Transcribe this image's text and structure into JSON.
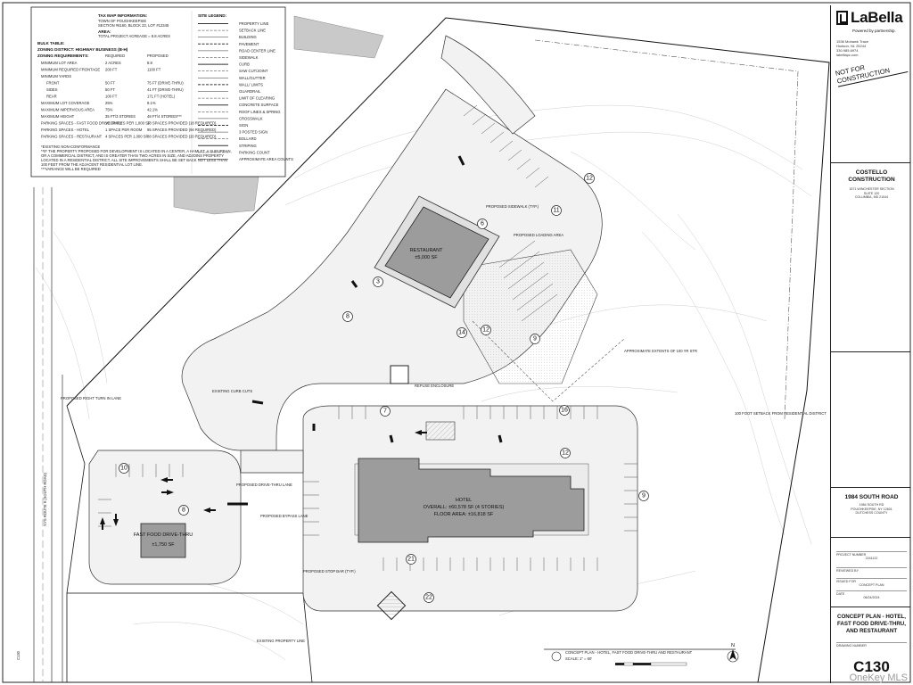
{
  "firm": {
    "name": "LaBella",
    "tagline": "Powered by partnership.",
    "address": [
      "1536 Mohawk Trace",
      "Hudson, NL 25244",
      "330.985.6974",
      "labellapc.com"
    ]
  },
  "stamp": "NOT FOR CONSTRUCTION",
  "client": {
    "name": "COSTELLO CONSTRUCTION",
    "address": [
      "1571 WINCHESTER SECTION",
      "SUITE 120",
      "COLUMBIA, MD 21044"
    ]
  },
  "project": {
    "name": "1984 SOUTH ROAD",
    "address": [
      "1984 SOUTH RD",
      "POUGHKEEPSIE, NY 12601",
      "DUTCHESS COUNTY"
    ]
  },
  "sheet_info": {
    "project_number_label": "PROJECT NUMBER",
    "project_number": "2241122",
    "reviewed_by_label": "REVIEWED BY",
    "issued_for_label": "ISSUED FOR",
    "issued_for": "CONCEPT PLAN",
    "date_label": "DATE",
    "date": "06/24/2024",
    "drawing_name": "CONCEPT PLAN - HOTEL, FAST FOOD DRIVE-THRU, AND RESTAURANT",
    "drawing_number_label": "DRAWING NUMBER",
    "drawing_number": "C130"
  },
  "tax_map": {
    "title": "TAX MAP INFORMATION:",
    "lines": [
      "TOWN OF POUGHKEEPSIE",
      "SECTION #6160, BLOCK 23, LOT #12345"
    ],
    "area_title": "AREA:",
    "area": "TOTAL PROJECT ACREAGE = 8.8 ACRES"
  },
  "bulk_table": {
    "title": "BULK TABLE:",
    "district": "ZONING DISTRICT: HIGHWAY BUSINESS (B-H)",
    "requirements_title": "ZONING REQUIREMENTS:",
    "col_required": "REQUIRED",
    "col_proposed": "PROPOSED",
    "rows": [
      [
        "MINIMUM LOT AREA",
        "2 ACRES",
        "8.8"
      ],
      [
        "MINIMUM REQUIRED FRONTAGE",
        "200 FT",
        "1100 FT"
      ],
      [
        "MINIMUM YARDS",
        "",
        ""
      ],
      [
        "FRONT",
        "50 FT",
        "75 FT (DRIVE-THRU)"
      ],
      [
        "SIDES",
        "50 FT",
        "41 FT (DRIVE-THRU)"
      ],
      [
        "REAR",
        "100 FT",
        "171 FT (HOTEL)"
      ],
      [
        "MAXIMUM LOT COVERAGE",
        "25%",
        "9.1%"
      ],
      [
        "MAXIMUM IMPERVIOUS AREA",
        "75%",
        "42.1%"
      ],
      [
        "MAXIMUM HEIGHT",
        "35 FT/3 STORIES",
        "48 FT/4 STORIES***"
      ],
      [
        "PARKING SPACES - FAST FOOD DRIVE-THRU",
        "10 SPACES PER 1,000 SF",
        "18 SPACES PROVIDED (18 REQUIRED)"
      ],
      [
        "PARKING SPACES - HOTEL",
        "1 SPACE PER ROOM",
        "95 SPACES PROVIDED (94 REQUIRED)"
      ],
      [
        "PARKING SPACES - RESTAURANT",
        "4 SPACES PER 1,000 SF",
        "88 SPACES PROVIDED (20 REQUIRED)"
      ]
    ],
    "notes": [
      "*EXISTING NON-CONFORMANCE",
      "**IF THE PROPERTY PROPOSED FOR DEVELOPMENT IS LOCATED IN A CENTER, A HAMLET, A SUBURBAN,",
      "OR A COMMERCIAL DISTRICT, AND IS GREATER THAN TWO ACRES IN SIZE, AND ADJOINS PROPERTY",
      "LOCATED IN A RESIDENTIAL DISTRICT, ALL SITE IMPROVEMENTS SHALL BE SET BACK NOT LESS THAN",
      "100 FEET FROM THE ADJACENT RESIDENTIAL LOT LINE.",
      "***VARIANCE WILL BE REQUIRED"
    ]
  },
  "site_legend": {
    "title": "SITE LEGEND:",
    "items": [
      "PROPERTY LINE",
      "SETBACK LINE",
      "BUILDING",
      "PAVEMENT",
      "ROAD CENTER LINE",
      "SIDEWALK",
      "CURB",
      "SAW CUT/JOINT",
      "WALL/GUTTER",
      "WALL/ LIMITS",
      "GUARDRAIL",
      "LIMIT OF CLEARING",
      "CONCRETE SURFACE",
      "ROOF LINES & SPRING",
      "CROSSWALK",
      "SIGN",
      "3 POSTED SIGN",
      "BOLLARD",
      "STRIPING",
      "PARKING COUNT",
      "APPROXIMATE AREA COUNTS"
    ]
  },
  "buildings": {
    "restaurant": {
      "name": "RESTAURANT",
      "area": "±5,000 SF"
    },
    "hotel": {
      "name": "HOTEL",
      "overall": "OVERALL: ±60,578 SF (4 STORIES)",
      "floor": "FLOOR AREA: ±16,818 SF"
    },
    "fast_food": {
      "name": "FAST FOOD DRIVE-THRU",
      "area": "±1,750 SF"
    }
  },
  "road_label": "NYS ROUTE 9 (SOUTH ROAD)",
  "callouts": [
    "PROPOSED SIDEWALK (TYP.)",
    "PROPOSED LOADING AREA",
    "APPROXIMATE EXTENTS OF 100 YR STR",
    "REFUSE ENCLOSURE",
    "EXISTING CURB CUTS",
    "PROPOSED RIGHT TURN IN LANE",
    "PROPOSED DRIVE-THRU LANE",
    "PROPOSED BYPASS LANE",
    "PROPOSED STOP BAR (TYP.)",
    "EXISTING PROPERTY LINE",
    "100 FOOT SETBACK FROM RESIDENTIAL DISTRICT"
  ],
  "parking_counts": [
    "12",
    "11",
    "6",
    "3",
    "8",
    "14",
    "12",
    "9",
    "7",
    "16",
    "12",
    "10",
    "8",
    "9",
    "21",
    "22"
  ],
  "plan_title": "CONCEPT PLAN - HOTEL, FAST FOOD DRIVE-THRU AND RESTAURANT",
  "scale_text": "SCALE: 1\" = 60'",
  "north": "N",
  "watermark": "OneKey MLS"
}
